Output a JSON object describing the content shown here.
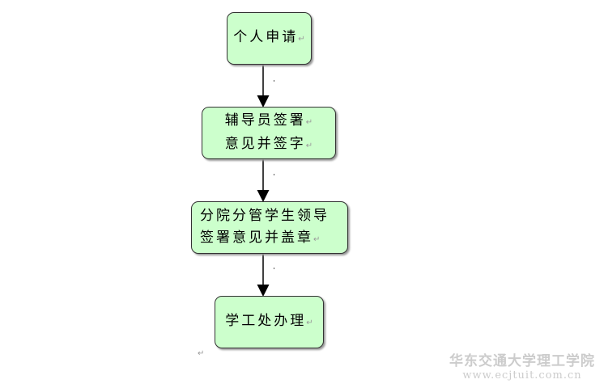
{
  "steps": [
    {
      "lines": [
        "个人申请"
      ]
    },
    {
      "lines": [
        "辅导员签署",
        "意见并签字"
      ]
    },
    {
      "lines": [
        "分院分管学生领导",
        "签署意见并盖章"
      ]
    },
    {
      "lines": [
        "学工处办理"
      ]
    }
  ],
  "paragraph_mark": "↵",
  "watermark": {
    "line1": "华东交通大学理工学院",
    "line2": "www.ecjtuit.com.cn"
  }
}
